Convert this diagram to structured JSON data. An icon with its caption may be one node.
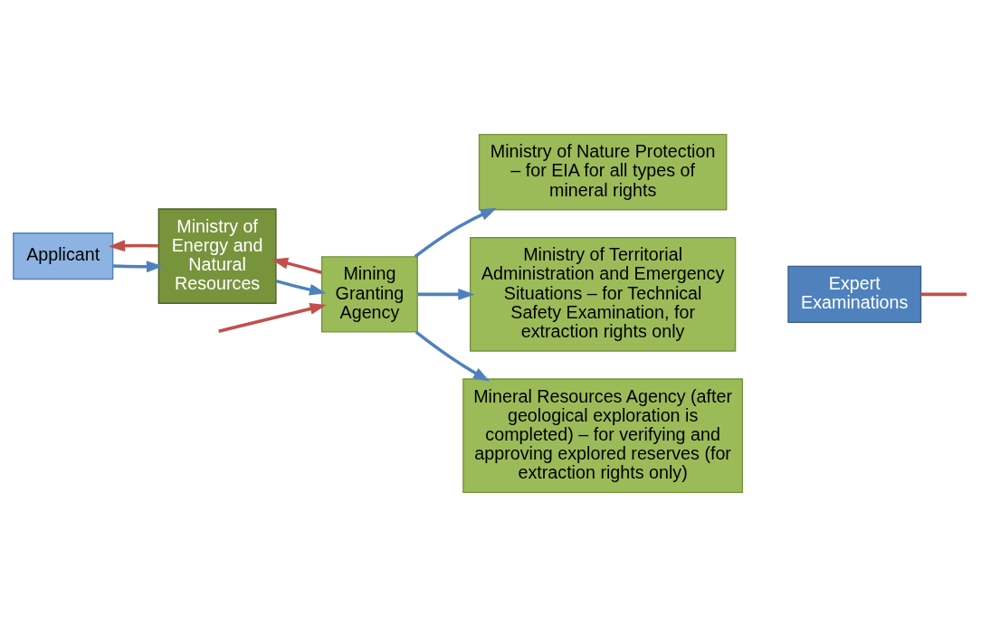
{
  "diagram": {
    "nodes": [
      {
        "text": [
          "Applicant"
        ]
      },
      {
        "text": [
          "Ministry of Energy and Natural Resources"
        ]
      },
      {
        "text": [
          "Mining Granting Agency"
        ]
      },
      {
        "text": [
          "Ministry of Nature Protection – for EIA for all types of mineral rights"
        ]
      },
      {
        "text": [
          "Ministry of Territorial Administration and Emergency Situations – for Technical Safety Examination, for extraction rights only"
        ]
      },
      {
        "text": [
          "Mineral Resources Agency (after geological exploration is completed) – for verifying and approving explored reserves (for extraction rights only)"
        ]
      },
      {
        "text": [
          "Expert Examinations"
        ]
      }
    ],
    "edges": [
      {
        "from": 1,
        "to": 0,
        "arrow": "to",
        "color": "#c0504d"
      },
      {
        "from": 0,
        "to": 1,
        "arrow": "to"
      },
      {
        "from": 2,
        "to": 1,
        "arrow": "to",
        "color": "#c0504d"
      },
      {
        "from": 1,
        "to": 2,
        "arrow": "to"
      },
      {
        "from": null,
        "to": 2,
        "arrow": "to",
        "color": "#c0504d"
      },
      {
        "from": 2,
        "to": 3,
        "arrow": "to"
      },
      {
        "from": 2,
        "to": 4,
        "arrow": "to"
      },
      {
        "from": 2,
        "to": 5,
        "arrow": "to"
      },
      {
        "from": 6,
        "to": null,
        "arrow": "none",
        "color": "#c0504d"
      }
    ]
  }
}
